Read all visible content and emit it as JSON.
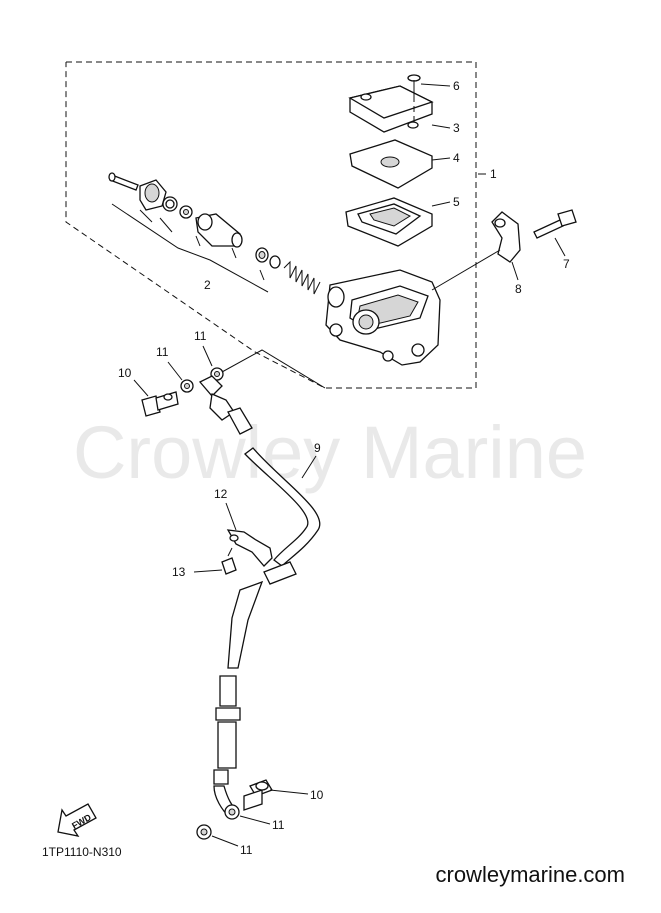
{
  "watermark": "Crowley Marine",
  "diagram_code": "1TP1110-N310",
  "site": "crowleymarine.com",
  "fwd_label": "FWD",
  "callouts": {
    "c1": "1",
    "c2": "2",
    "c3": "3",
    "c4": "4",
    "c5": "5",
    "c6": "6",
    "c7": "7",
    "c8": "8",
    "c9": "9",
    "c10a": "10",
    "c10b": "10",
    "c11a": "11",
    "c11b": "11",
    "c11c": "11",
    "c11d": "11",
    "c12": "12",
    "c13": "13"
  }
}
